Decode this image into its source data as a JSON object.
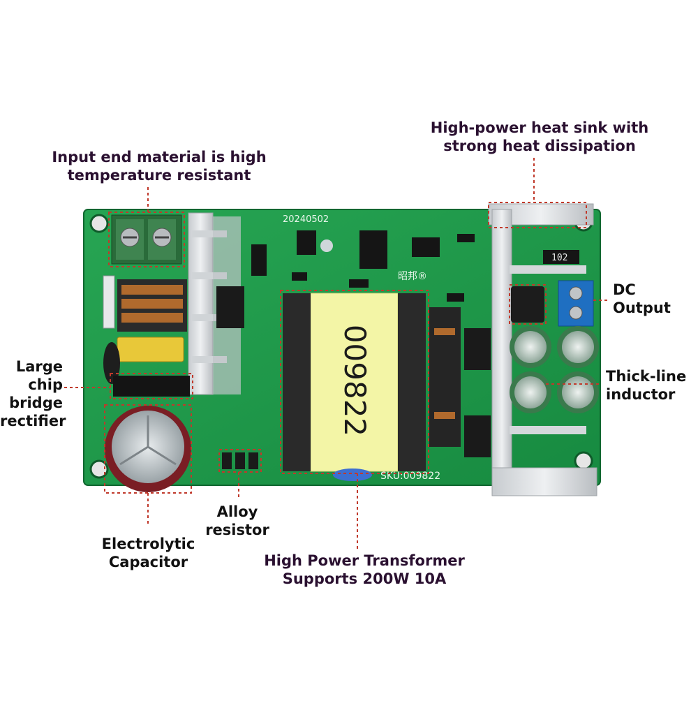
{
  "labels": {
    "input_end": "Input end material is high\ntemperature resistant",
    "heat_sink": "High-power heat sink with\nstrong heat dissipation",
    "dc_output": "DC\nOutput",
    "bridge_rectifier": "Large\nchip\nbridge\nrectifier",
    "thick_inductor": "Thick-line\ninductor",
    "alloy_resistor": "Alloy\nresistor",
    "electrolytic_capacitor": "Electrolytic\nCapacitor",
    "transformer": "High Power Transformer\nSupports 200W 10A"
  },
  "board": {
    "date_code": "20240502",
    "transformer_code": "009822",
    "sku": "SKU:009822",
    "smd_code": "102",
    "brand_mark": "昭邦®"
  },
  "colors": {
    "pcb": "#1f9a4a",
    "heatsink": "#d9dcdf",
    "transformer_label": "#f3f5a6",
    "callout": "#c0392b",
    "terminal_blue": "#1f6fc1",
    "capacitor_red": "#7a1e24",
    "text": "#111111"
  }
}
